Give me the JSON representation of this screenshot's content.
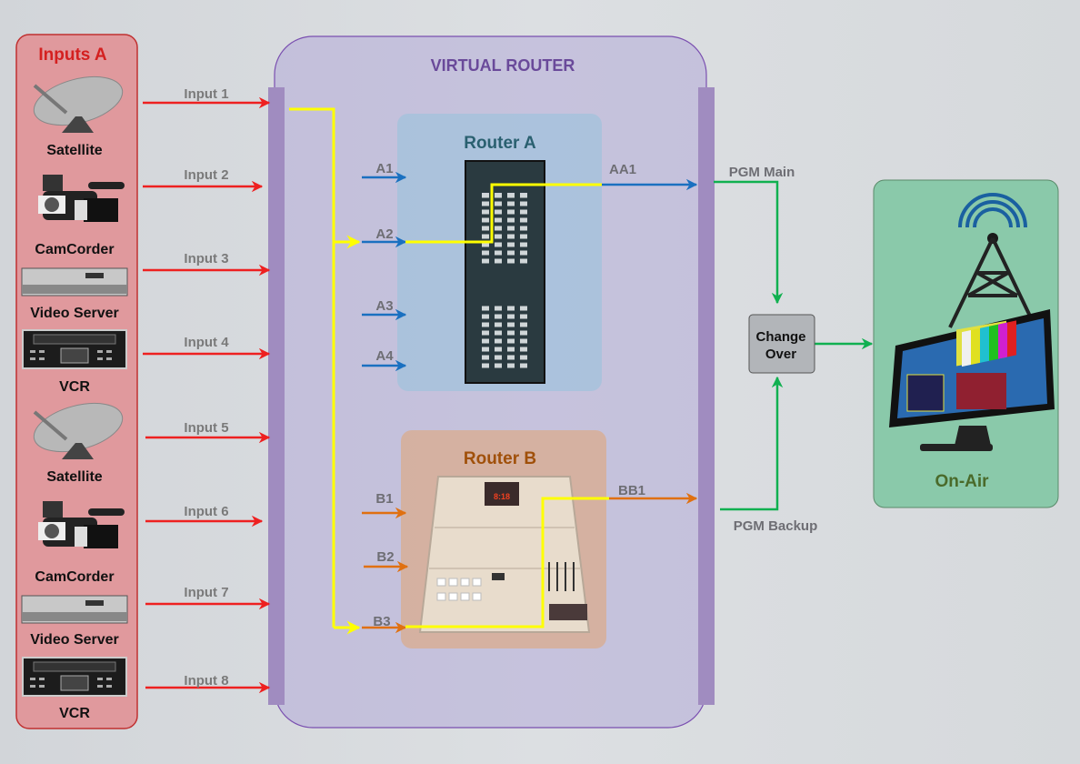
{
  "inputs_panel": {
    "title": "Inputs A",
    "devices": [
      {
        "label": "Satellite",
        "icon": "satellite-dish-icon"
      },
      {
        "label": "CamCorder",
        "icon": "camcorder-icon"
      },
      {
        "label": "Video Server",
        "icon": "video-server-icon"
      },
      {
        "label": "VCR",
        "icon": "vcr-icon"
      },
      {
        "label": "Satellite",
        "icon": "satellite-dish-icon"
      },
      {
        "label": "CamCorder",
        "icon": "camcorder-icon"
      },
      {
        "label": "Video Server",
        "icon": "video-server-icon"
      },
      {
        "label": "VCR",
        "icon": "vcr-icon"
      }
    ]
  },
  "input_links": [
    "Input 1",
    "Input 2",
    "Input 3",
    "Input 4",
    "Input 5",
    "Input 6",
    "Input 7",
    "Input 8"
  ],
  "virtual_router": {
    "title": "VIRTUAL ROUTER",
    "router_a": {
      "title": "Router A",
      "inputs": [
        "A1",
        "A2",
        "A3",
        "A4"
      ],
      "output": "AA1"
    },
    "router_b": {
      "title": "Router B",
      "inputs": [
        "B1",
        "B2",
        "B3"
      ],
      "output": "BB1"
    }
  },
  "outputs": {
    "main": "PGM Main",
    "backup": "PGM Backup"
  },
  "changeover": {
    "line1": "Change",
    "line2": "Over"
  },
  "on_air": {
    "title": "On-Air"
  },
  "colors": {
    "input_arrow": "#ee2020",
    "router_a_arrow": "#1a70c0",
    "router_b_arrow": "#e07010",
    "active_path": "#ffff00",
    "output_arrow": "#10b050"
  }
}
